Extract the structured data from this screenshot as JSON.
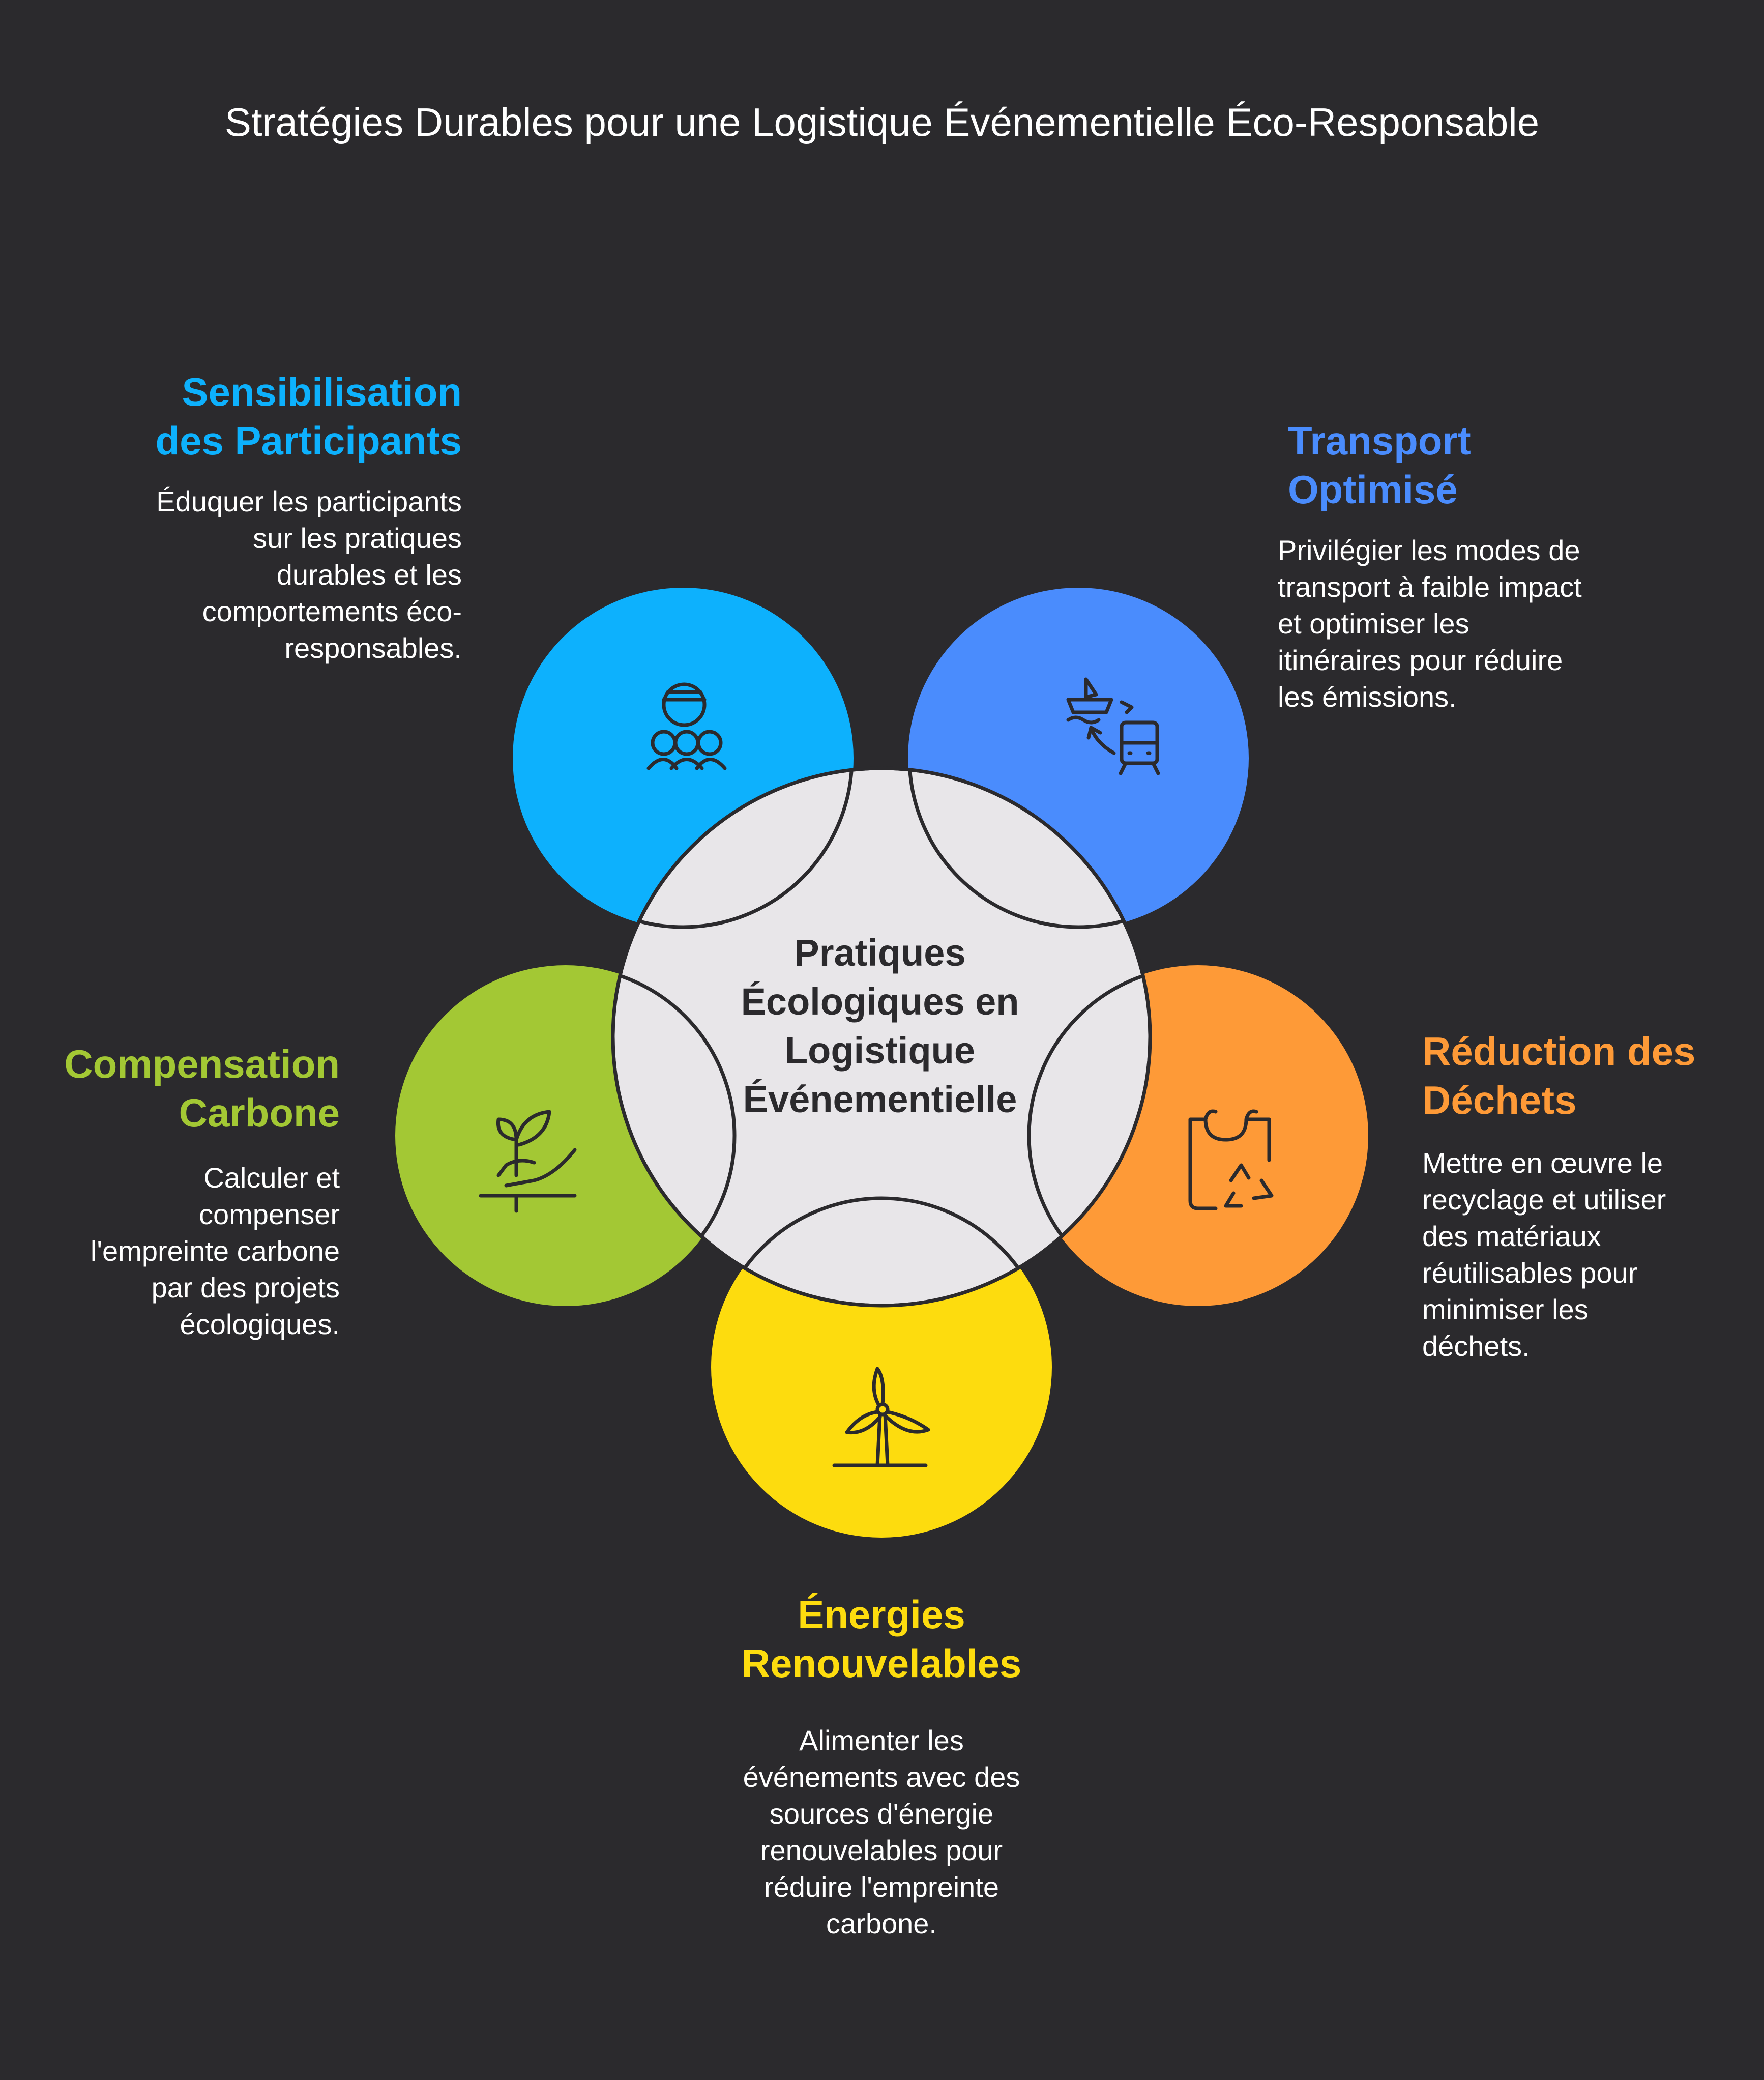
{
  "title": "Stratégies Durables pour une Logistique Événementielle Éco-Responsable",
  "center": {
    "label": "Pratiques Écologiques en Logistique Événementielle"
  },
  "items": [
    {
      "id": "sensibilisation",
      "title": "Sensibilisation des Participants",
      "description": "Éduquer les participants sur les pratiques durables et les comportements éco-responsables.",
      "color": "#0db1fd",
      "icon": "people-education-icon"
    },
    {
      "id": "transport",
      "title": "Transport Optimisé",
      "description": "Privilégier les modes de transport à faible impact et optimiser les itinéraires pour réduire les émissions.",
      "color": "#4a8cfd",
      "icon": "boat-train-transfer-icon"
    },
    {
      "id": "dechets",
      "title": "Réduction des Déchets",
      "description": "Mettre en œuvre le recyclage et utiliser des matériaux réutilisables pour minimiser les déchets.",
      "color": "#fe9a37",
      "icon": "recycle-bag-icon"
    },
    {
      "id": "energies",
      "title": "Énergies Renouvelables",
      "description": "Alimenter les événements avec des sources d'énergie renouvelables pour réduire l'empreinte carbone.",
      "color": "#fddc0e",
      "icon": "wind-turbine-icon"
    },
    {
      "id": "compensation",
      "title": "Compensation Carbone",
      "description": "Calculer et compenser l'empreinte carbone par des projets écologiques.",
      "color": "#a3c834",
      "icon": "plant-hand-icon"
    }
  ]
}
